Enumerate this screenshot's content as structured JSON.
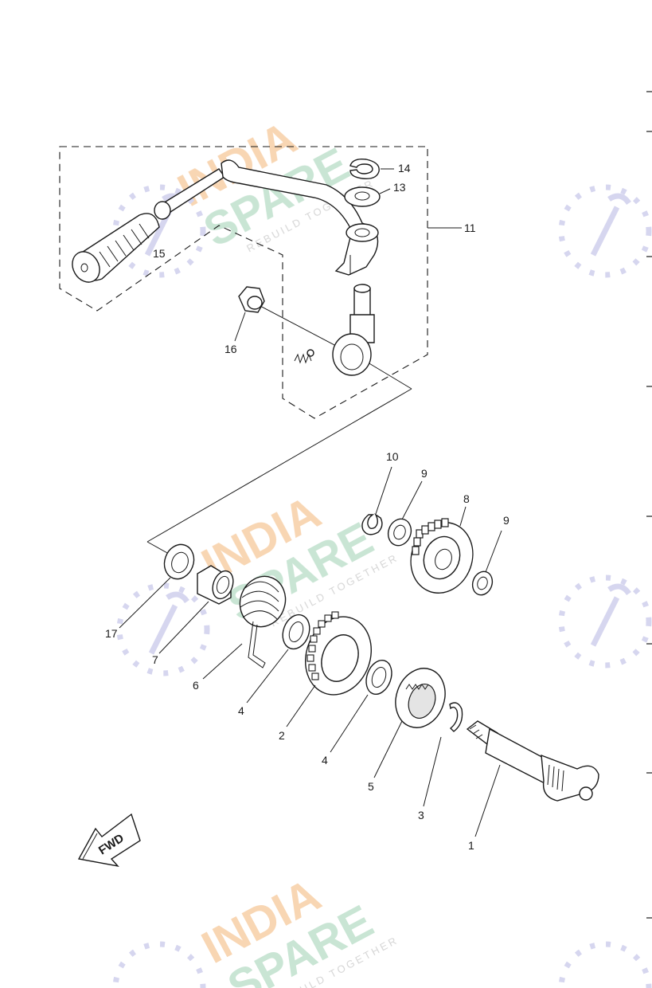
{
  "diagram": {
    "callouts": {
      "p1": "1",
      "p2": "2",
      "p3": "3",
      "p4a": "4",
      "p4b": "4",
      "p5": "5",
      "p6": "6",
      "p7": "7",
      "p8": "8",
      "p9a": "9",
      "p9b": "9",
      "p10": "10",
      "p11": "11",
      "p13": "13",
      "p14": "14",
      "p15": "15",
      "p16": "16",
      "p17": "17"
    },
    "direction_arrow": {
      "label": "FWD"
    }
  },
  "watermark": {
    "line1": "INDIA",
    "line2": "SPARE",
    "tagline": "REBUILD TOGETHER",
    "colors": {
      "india": "#f6c89a",
      "spare": "#b7dcc6",
      "icon": "#c9c9ea"
    }
  },
  "colors": {
    "ink": "#1a1a1a",
    "background": "#ffffff"
  }
}
